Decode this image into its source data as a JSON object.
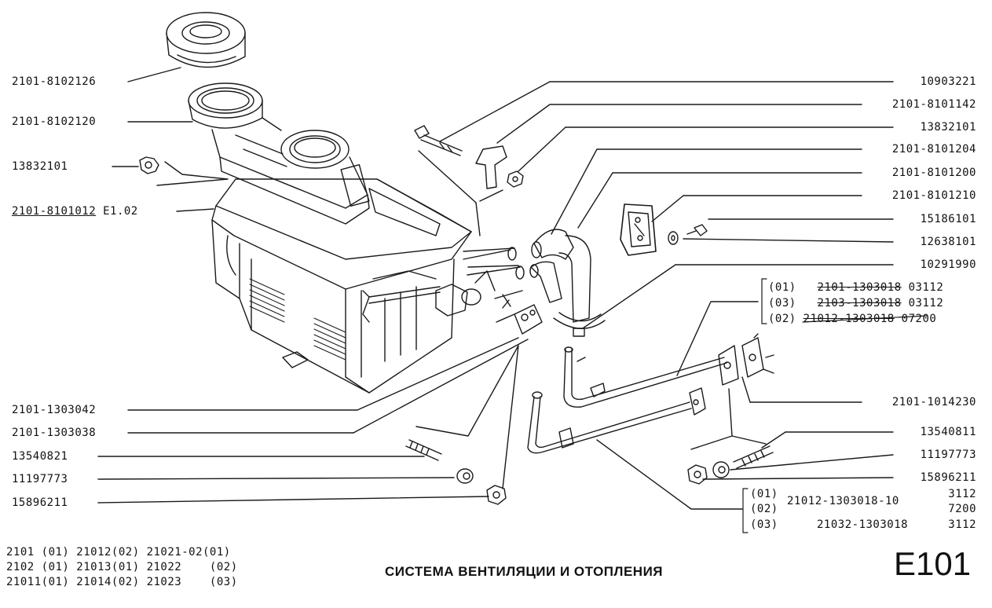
{
  "title": "СИСТЕМА ВЕНТИЛЯЦИИ И ОТОПЛЕНИЯ",
  "page_code": "E101",
  "left_labels": {
    "l1": "2101-8102126",
    "l2": "2101-8102120",
    "l3": "13832101",
    "l4_part": "2101-8101012",
    "l4_suffix": "E1.02",
    "l5": "2101-1303042",
    "l6": "2101-1303038",
    "l7": "13540821",
    "l8": "11197773",
    "l9": "15896211"
  },
  "right_labels": {
    "r1": "10903221",
    "r2": "2101-8101142",
    "r3": "13832101",
    "r4": "2101-8101204",
    "r5": "2101-8101200",
    "r6": "2101-8101210",
    "r7": "15186101",
    "r8": "12638101",
    "r9": "10291990",
    "r10": "2101-1014230",
    "r11": "13540811",
    "r12": "11197773",
    "r13": "15896211"
  },
  "pipe_group_top": [
    {
      "variant": "(01)",
      "part": "2101-1303018",
      "suffix": "03112"
    },
    {
      "variant": "(03)",
      "part": "2103-1303018",
      "suffix": "03112"
    },
    {
      "variant": "(02)",
      "part": "21012-1303018",
      "suffix": "07200"
    }
  ],
  "pipe_group_bottom": {
    "v1": "(01)",
    "v2": "(02)",
    "v3": "(03)",
    "part1": "21012-1303018-10",
    "suffix1": "3112",
    "suffix2": "7200",
    "part3": "21032-1303018",
    "suffix3": "3112"
  },
  "applicability": [
    "2101 (01) 21012(02) 21021-02(01)",
    "2102 (01) 21013(01) 21022    (02)",
    "21011(01) 21014(02) 21023    (03)"
  ]
}
